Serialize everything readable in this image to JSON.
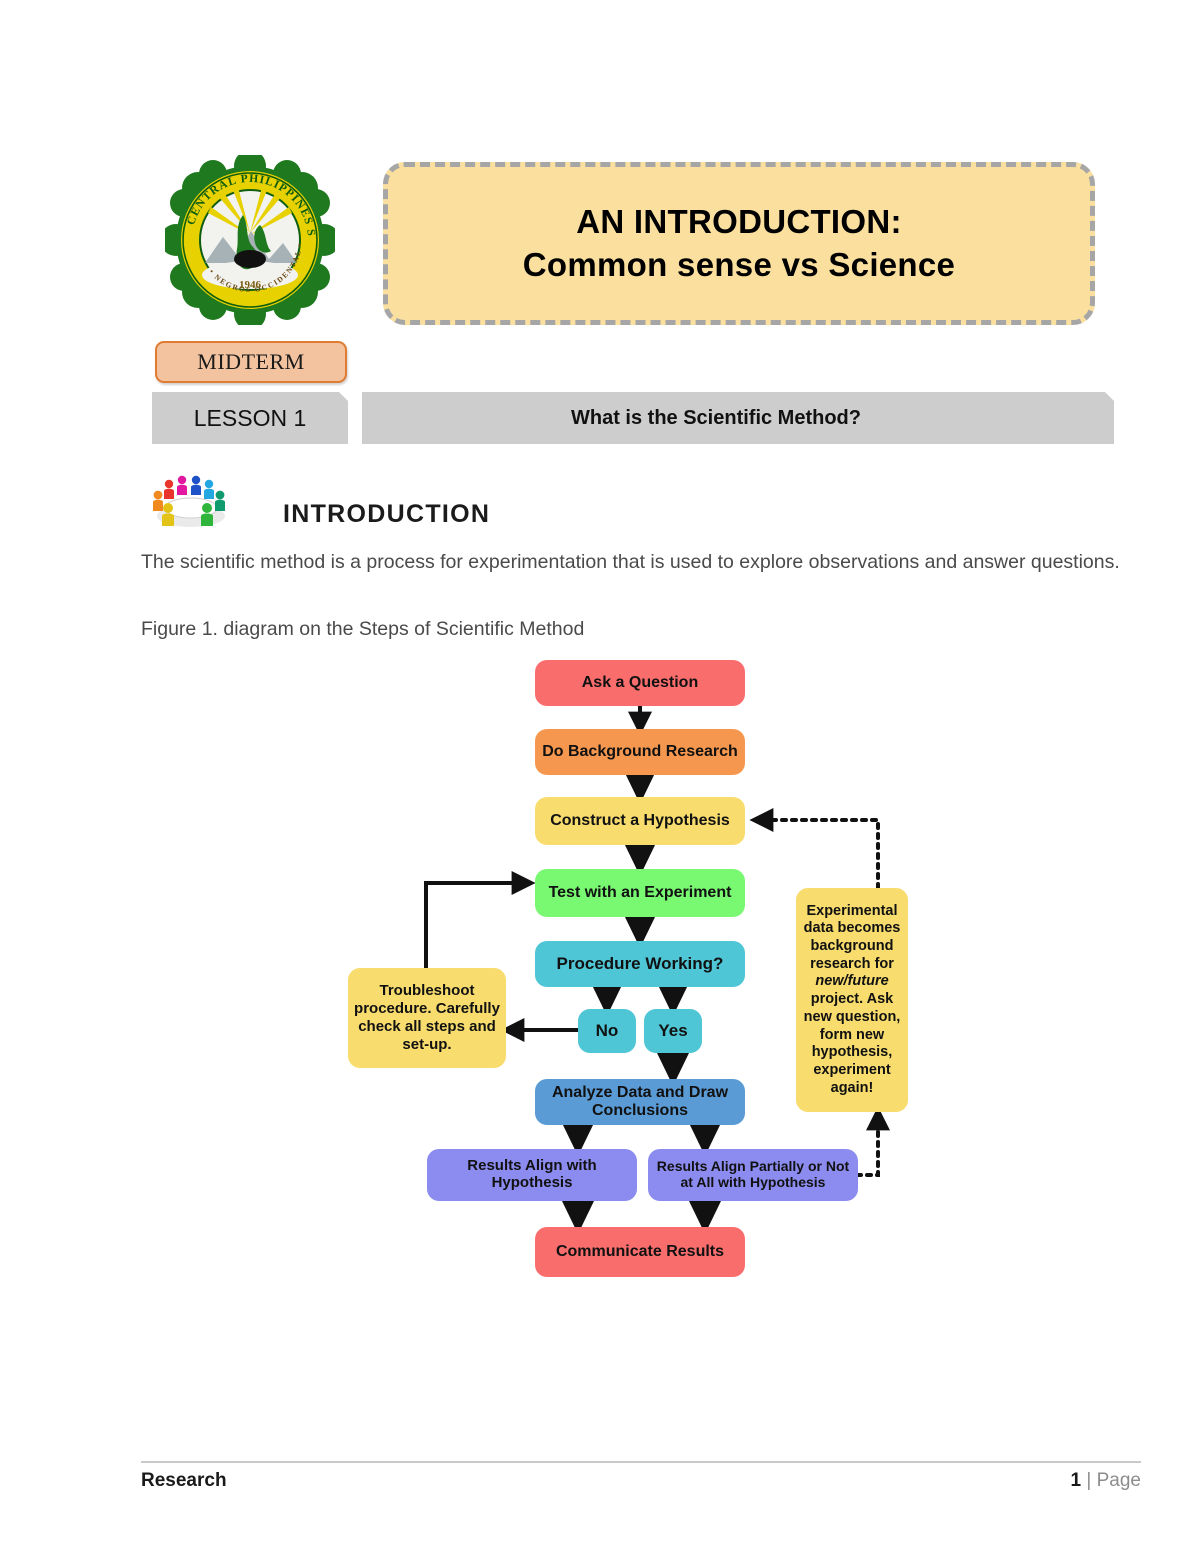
{
  "header": {
    "logo": {
      "icon": "cpsu-seal-icon",
      "ring_text": "CENTRAL PHILIPPINES STATE UNIVERSITY",
      "year": "1946",
      "locale": "NEGROS OCCIDENTAL"
    },
    "title_line1": "AN INTRODUCTION:",
    "title_line2": "Common sense vs Science",
    "midterm_label": "MIDTERM",
    "lesson_label": "LESSON 1",
    "lesson_topic": "What is the Scientific Method?"
  },
  "intro": {
    "icon": "people-meeting-icon",
    "heading": "INTRODUCTION",
    "paragraph": "The scientific method is a process for experimentation that is used to explore observations and answer questions.",
    "figure_caption": "Figure 1. diagram on the Steps of Scientific Method"
  },
  "diagram": {
    "type": "flowchart",
    "title": "Steps of Scientific Method",
    "nodes": [
      {
        "id": "ask",
        "label": "Ask a Question",
        "color": "#f96d6d"
      },
      {
        "id": "background",
        "label": "Do Background Research",
        "color": "#f5974e"
      },
      {
        "id": "hypothesis",
        "label": "Construct a Hypothesis",
        "color": "#f8dd6e"
      },
      {
        "id": "test",
        "label": "Test with an Experiment",
        "color": "#79f972"
      },
      {
        "id": "working",
        "label": "Procedure Working?",
        "color": "#4fc6d6"
      },
      {
        "id": "no",
        "label": "No",
        "color": "#4fc6d6"
      },
      {
        "id": "yes",
        "label": "Yes",
        "color": "#4fc6d6"
      },
      {
        "id": "troubleshoot",
        "label": "Troubleshoot procedure. Carefully check all steps and set-up.",
        "color": "#f8dd6e"
      },
      {
        "id": "analyze",
        "label": "Analyze Data and Draw Conclusions",
        "color": "#5b9bd5"
      },
      {
        "id": "align",
        "label": "Results Align with Hypothesis",
        "color": "#8c8cf0"
      },
      {
        "id": "partial",
        "label": "Results Align Partially or Not at All with Hypothesis",
        "color": "#8c8cf0"
      },
      {
        "id": "communicate",
        "label": "Communicate Results",
        "color": "#f96d6d"
      },
      {
        "id": "recycle",
        "label_a": "Experimental data becomes background research for ",
        "label_b": "new/future",
        "label_c": " project. Ask new question, form new hypothesis, experiment again!",
        "color": "#f8dd6e"
      }
    ],
    "edges": [
      {
        "from": "ask",
        "to": "background",
        "style": "solid-double"
      },
      {
        "from": "background",
        "to": "hypothesis",
        "style": "solid"
      },
      {
        "from": "hypothesis",
        "to": "test",
        "style": "solid"
      },
      {
        "from": "test",
        "to": "working",
        "style": "solid"
      },
      {
        "from": "working",
        "to": "no",
        "style": "solid"
      },
      {
        "from": "working",
        "to": "yes",
        "style": "solid"
      },
      {
        "from": "no",
        "to": "troubleshoot",
        "style": "solid"
      },
      {
        "from": "troubleshoot",
        "to": "test",
        "style": "solid"
      },
      {
        "from": "yes",
        "to": "analyze",
        "style": "solid"
      },
      {
        "from": "analyze",
        "to": "align",
        "style": "solid"
      },
      {
        "from": "analyze",
        "to": "partial",
        "style": "solid"
      },
      {
        "from": "align",
        "to": "communicate",
        "style": "solid"
      },
      {
        "from": "partial",
        "to": "communicate",
        "style": "solid"
      },
      {
        "from": "partial",
        "to": "recycle",
        "style": "dotted"
      },
      {
        "from": "recycle",
        "to": "hypothesis",
        "style": "dotted"
      }
    ]
  },
  "footer": {
    "left": "Research",
    "page_number": "1",
    "page_suffix": "| Page"
  }
}
